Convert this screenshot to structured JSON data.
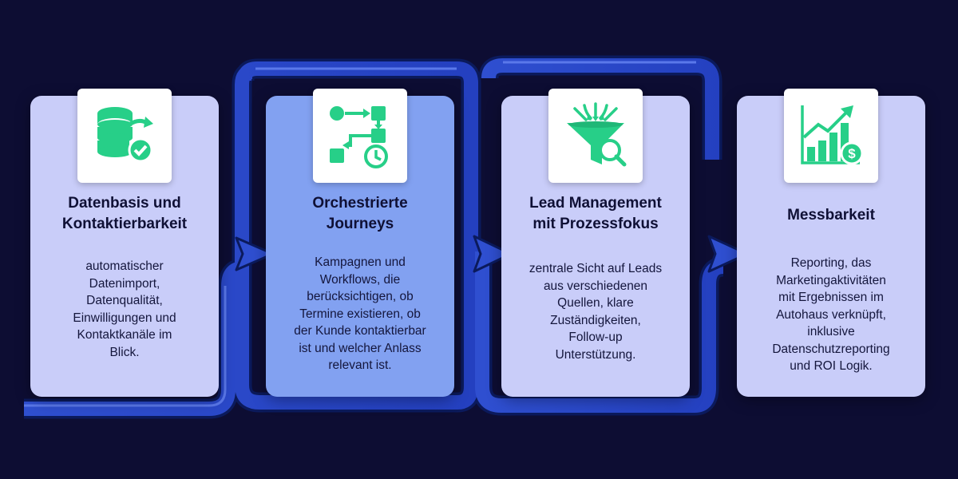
{
  "colors": {
    "background": "#0d0d33",
    "card": "#c9cdf9",
    "card_active": "#82a1f1",
    "flow_arrow": "#2a47c8",
    "icon_green": "#27cf88"
  },
  "steps": [
    {
      "icon": "database-sync-check-icon",
      "title_lines": [
        "Datenbasis und",
        "Kontaktierbarkeit"
      ],
      "description_lines": [
        "automatischer",
        "Datenimport,",
        "Datenqualität,",
        "Einwilligungen und",
        "Kontaktkanäle im",
        "Blick."
      ]
    },
    {
      "icon": "workflow-clock-icon",
      "title_lines": [
        "Orchestrierte",
        "Journeys"
      ],
      "description_lines": [
        "Kampagnen und",
        "Workflows, die",
        "berücksichtigen, ob",
        "Termine existieren, ob",
        "der Kunde kontaktierbar",
        "ist und welcher Anlass",
        "relevant ist."
      ]
    },
    {
      "icon": "funnel-search-icon",
      "title_lines": [
        "Lead Management",
        "mit Prozessfokus"
      ],
      "description_lines": [
        "zentrale Sicht auf Leads",
        "aus verschiedenen",
        "Quellen, klare",
        "Zuständigkeiten,",
        "Follow-up",
        "Unterstützung."
      ]
    },
    {
      "icon": "growth-chart-dollar-icon",
      "title_lines": [
        "Messbarkeit"
      ],
      "description_lines": [
        "Reporting, das",
        "Marketingaktivitäten",
        "mit Ergebnissen im",
        "Autohaus verknüpft,",
        "inklusive",
        "Datenschutzreporting",
        "und ROI Logik."
      ]
    }
  ]
}
